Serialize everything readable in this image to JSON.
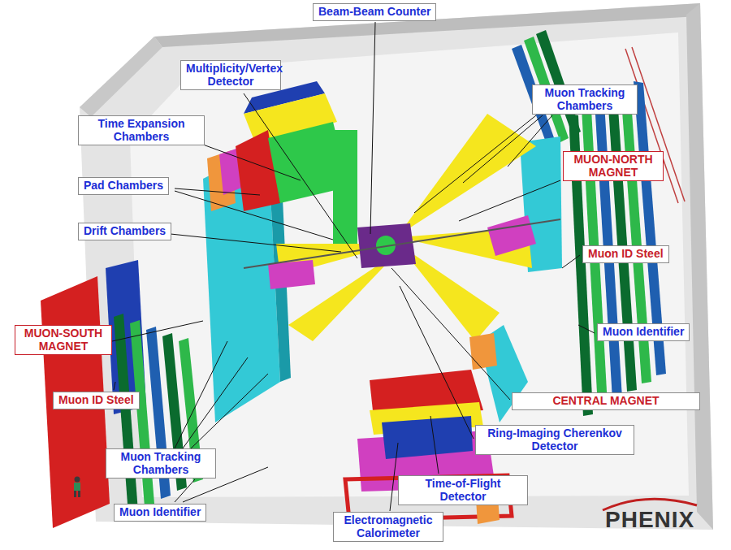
{
  "diagram": {
    "nodes": [
      {
        "text": [
          "Beam-Beam Counter"
        ]
      },
      {
        "text": [
          "Multiplicity/Vertex Detector"
        ]
      },
      {
        "text": [
          "Muon Tracking Chambers"
        ]
      },
      {
        "text": [
          "Time Expansion Chambers"
        ]
      },
      {
        "text": [
          "MUON-NORTH MAGNET"
        ]
      },
      {
        "text": [
          "Pad Chambers"
        ]
      },
      {
        "text": [
          "Drift Chambers"
        ]
      },
      {
        "text": [
          "Muon ID Steel"
        ]
      },
      {
        "text": [
          "Muon Identifier"
        ]
      },
      {
        "text": [
          "MUON-SOUTH MAGNET"
        ]
      },
      {
        "text": [
          "CENTRAL MAGNET"
        ]
      },
      {
        "text": [
          "Muon ID Steel"
        ]
      },
      {
        "text": [
          "Ring-Imaging Cherenkov Detector"
        ]
      },
      {
        "text": [
          "Muon Tracking Chambers"
        ]
      },
      {
        "text": [
          "Time-of-Flight Detector"
        ]
      },
      {
        "text": [
          "Muon Identifier"
        ]
      },
      {
        "text": [
          "Electromagnetic Calorimeter"
        ]
      }
    ],
    "labels": [
      "PHENIX"
    ]
  }
}
